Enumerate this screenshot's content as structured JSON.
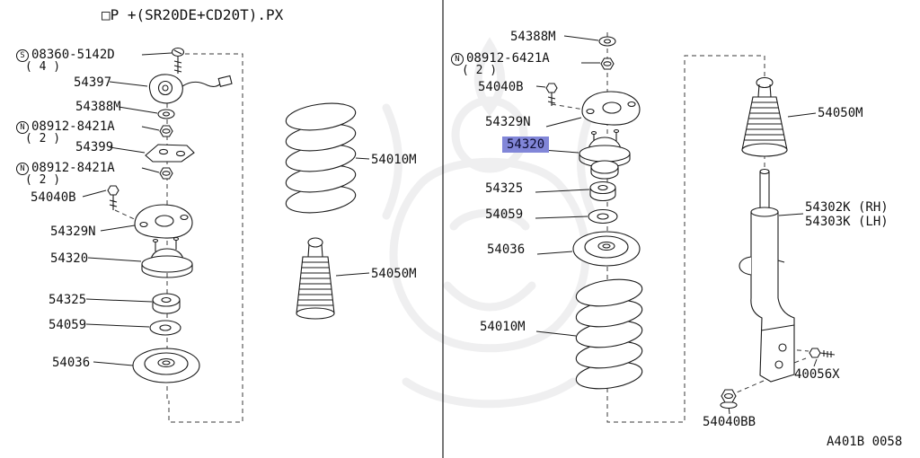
{
  "colors": {
    "highlight": "#8186d8",
    "line": "#1a1a1a"
  },
  "header": {
    "variant_note": "□P +(SR20DE+CD20T).PX"
  },
  "footer": {
    "diagram_ref": "A401B 0058"
  },
  "selected_part": "54320",
  "left_assembly": {
    "labels": [
      {
        "prefix": "S",
        "number": "08360-5142D",
        "qty": "( 4 )"
      },
      {
        "number": "54397"
      },
      {
        "number": "54388M"
      },
      {
        "prefix": "N",
        "number": "08912-8421A",
        "qty": "( 2 )"
      },
      {
        "number": "54399"
      },
      {
        "prefix": "N",
        "number": "08912-8421A",
        "qty": "( 2 )"
      },
      {
        "number": "54040B"
      },
      {
        "number": "54329N"
      },
      {
        "number": "54320"
      },
      {
        "number": "54325"
      },
      {
        "number": "54059"
      },
      {
        "number": "54036"
      },
      {
        "number": "54010M"
      },
      {
        "number": "54050M"
      }
    ]
  },
  "right_assembly": {
    "labels": [
      {
        "number": "54388M"
      },
      {
        "prefix": "N",
        "number": "08912-6421A",
        "qty": "( 2 )"
      },
      {
        "number": "54040B"
      },
      {
        "number": "54329N"
      },
      {
        "number": "54320",
        "highlighted": true
      },
      {
        "number": "54325"
      },
      {
        "number": "54059"
      },
      {
        "number": "54036"
      },
      {
        "number": "54010M"
      },
      {
        "number": "54050M"
      },
      {
        "number": "54302K (RH)"
      },
      {
        "number": "54303K (LH)"
      },
      {
        "number": "40056X"
      },
      {
        "number": "54040BB"
      }
    ]
  }
}
